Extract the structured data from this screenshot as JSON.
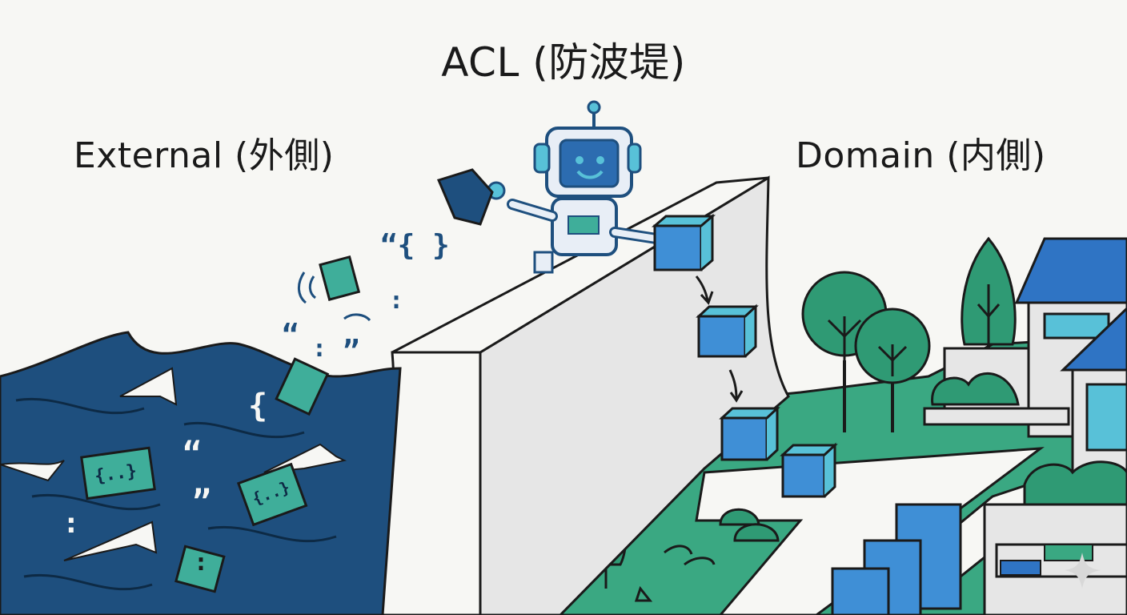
{
  "title": "ACL (防波堤)",
  "labels": {
    "external": "External (外側)",
    "domain": "Domain (内側)"
  },
  "glyphs": {
    "brace_open": "{",
    "braces_pair": "{ }",
    "open_quote": "“",
    "close_quote": "”",
    "json_doc": "{..}",
    "colon": ":",
    "quote_braces": "“{ }"
  },
  "colors": {
    "sea": "#1e4f7e",
    "sea_dark": "#163d63",
    "document_teal": "#3fae9a",
    "grass": "#3aa882",
    "tree": "#2f9a74",
    "cube_blue": "#3f8fd6",
    "roof_blue": "#2f74c4",
    "window_cyan": "#58c1d8",
    "wall": "#e6e6e6",
    "robot_body": "#e8eef6",
    "robot_face": "#2c6cb0",
    "outline": "#1a1a1a"
  }
}
